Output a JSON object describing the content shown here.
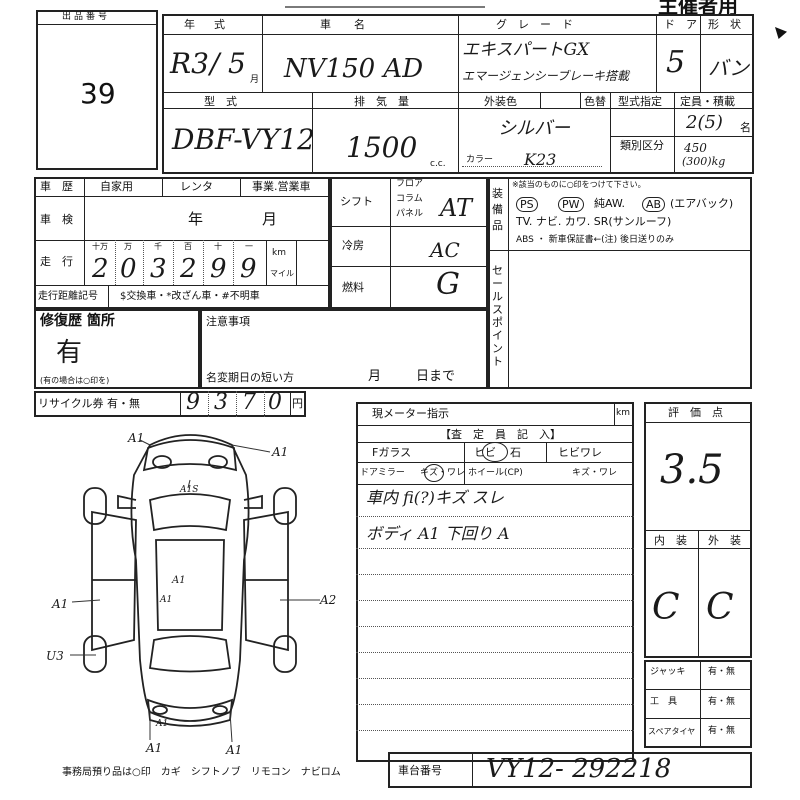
{
  "header": {
    "title": "主催者用"
  },
  "lot": {
    "label": "出品番号",
    "value": "39"
  },
  "labels": {
    "year": "年　式",
    "car_name": "車　名",
    "grade": "グ　レ　ー　ド",
    "door": "ド　ア",
    "shape": "形　状",
    "type": "型　式",
    "displacement": "排　気　量",
    "cc": "c.c.",
    "exterior_color": "外装色",
    "color_change": "色替",
    "model_designation": "型式指定",
    "capacity": "定員・積載",
    "class": "類別区分",
    "color_code": "カラー",
    "history": "車　歴",
    "private": "自家用",
    "rental": "レンタ",
    "business": "事業.営業車",
    "inspection": "車　検",
    "nen": "年",
    "tsuki": "月",
    "mileage": "走　行",
    "digits": [
      "十万",
      "万",
      "千",
      "百",
      "十",
      "一"
    ],
    "km": "km",
    "mile": "マイル",
    "mileage_note": "走行距離記号",
    "mileage_marks": "$交換車・*改ざん車・#不明車",
    "shift": "シフト",
    "floor": "フロア",
    "column": "コラム",
    "panel": "パネル",
    "aircon": "冷房",
    "fuel": "燃料",
    "equipment": "装備品",
    "equip_note": "※該当のものに○印をつけて下さい。",
    "equip_row1_ps": "PS",
    "equip_row1_pw": "PW",
    "equip_row1_rest": "純AW.",
    "equip_row1_ab": "AB",
    "equip_row1_ab_desc": "(エアバック)",
    "equip_row2": "TV. ナビ. カワ. SR(サンルーフ)",
    "equip_row3": "ABS ・ 新車保証書←(注) 後日送りのみ",
    "sales_point": "セールスポイント",
    "repair_history": "修復歴 箇所",
    "repair_note": "(有の場合は○印を)",
    "notes": "注意事項",
    "name_change": "名変期日の短い方",
    "month": "月",
    "day": "日まで",
    "recycle": "リサイクル券 有・無",
    "yen": "円",
    "meter": "現メーター指示",
    "meter_km": "km",
    "inspector": "【査　定　員　記　入】",
    "glass": "Fガラス",
    "hibi": "ヒビ",
    "ishi": "石",
    "hibiware": "ヒビワレ",
    "mirror": "ドアミラー",
    "kizu_ware": "キズ・ワレ",
    "wheel": "ホイール(CP)",
    "kizu_ware2": "キズ・ワレ",
    "score": "評　価　点",
    "interior": "内　装",
    "exterior": "外　装",
    "jack": "ジャッキ",
    "tools": "工　具",
    "spare": "スペアタイヤ",
    "umu": "有・無",
    "office_items": "事務局預り品は○印　カギ　シフトノブ　リモコン　ナビロム",
    "chassis": "車台番号"
  },
  "values": {
    "year_era": "R3",
    "year_slash": "/",
    "year_month": "5",
    "year_month_unit": "月",
    "car_name": "NV150 AD",
    "grade_line1": "エキスパートGX",
    "grade_line2": "エマージェンシーブレーキ搭載",
    "door": "5",
    "shape": "バン",
    "type": "DBF-VY12",
    "displacement": "1500",
    "color": "シルバー",
    "color_code": "K23",
    "capacity": "2(5)",
    "capacity_unit": "名",
    "load": "450",
    "load2": "(300)kg",
    "mileage_digits": [
      "2",
      "0",
      "3",
      "2",
      "9",
      "9"
    ],
    "shift": "AT",
    "aircon": "AC",
    "fuel": "G",
    "repair": "有",
    "recycle_digits": [
      "9",
      "3",
      "7",
      "0"
    ],
    "glass_circle": "ビ",
    "inspector_line1": "車内 fi(?)キズ スレ",
    "inspector_line2": "ボディ A1 下回り A",
    "score": "3.5",
    "interior": "C",
    "exterior": "C",
    "chassis": "VY12- 292218"
  },
  "diagram": {
    "marks": [
      "A1",
      "A1",
      "A1S",
      "A1",
      "A1",
      "A1",
      "A2",
      "U3",
      "A1",
      "A1",
      "A1"
    ]
  }
}
